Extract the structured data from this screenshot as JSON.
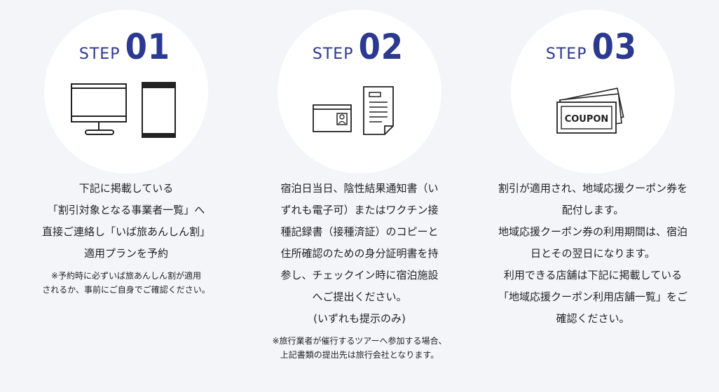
{
  "steps": [
    {
      "step_label": "STEP",
      "number": "01",
      "icon": "computer-and-phone-icon",
      "lines": [
        "下記に掲載している",
        "「割引対象となる事業者一覧」へ",
        "直接ご連絡し「いば旅あんしん割」",
        "適用プランを予約"
      ],
      "note_lines": [
        "※予約時に必ずいば旅あんしん割が適用",
        "されるか、事前にご自身でご確認ください。"
      ]
    },
    {
      "step_label": "STEP",
      "number": "02",
      "icon": "id-card-and-document-icon",
      "lines": [
        "宿泊日当日、陰性結果通知書（い",
        "ずれも電子可）またはワクチン接",
        "種記録書（接種済証）のコピーと",
        "住所確認のための身分証明書を持",
        "参し、チェックイン時に宿泊施設",
        "へご提出ください。",
        "(いずれも提示のみ)"
      ],
      "note_lines": [
        "※旅行業者が催行するツアーへ参加する場合、",
        "上記書類の提出先は旅行会社となります。"
      ]
    },
    {
      "step_label": "STEP",
      "number": "03",
      "icon": "coupon-icon",
      "coupon_text": "COUPON",
      "lines": [
        "割引が適用され、地域応援クーポン券を",
        "配付します。",
        "地域応援クーポン券の利用期間は、宿泊",
        "日とその翌日になります。",
        "利用できる店舗は下記に掲載している",
        "「地域応援クーポン利用店舗一覧」をご",
        "確認ください。"
      ],
      "note_lines": []
    }
  ],
  "colors": {
    "accent": "#2b3990",
    "background": "#f4f5f9",
    "circle": "#ffffff",
    "text": "#222222"
  }
}
